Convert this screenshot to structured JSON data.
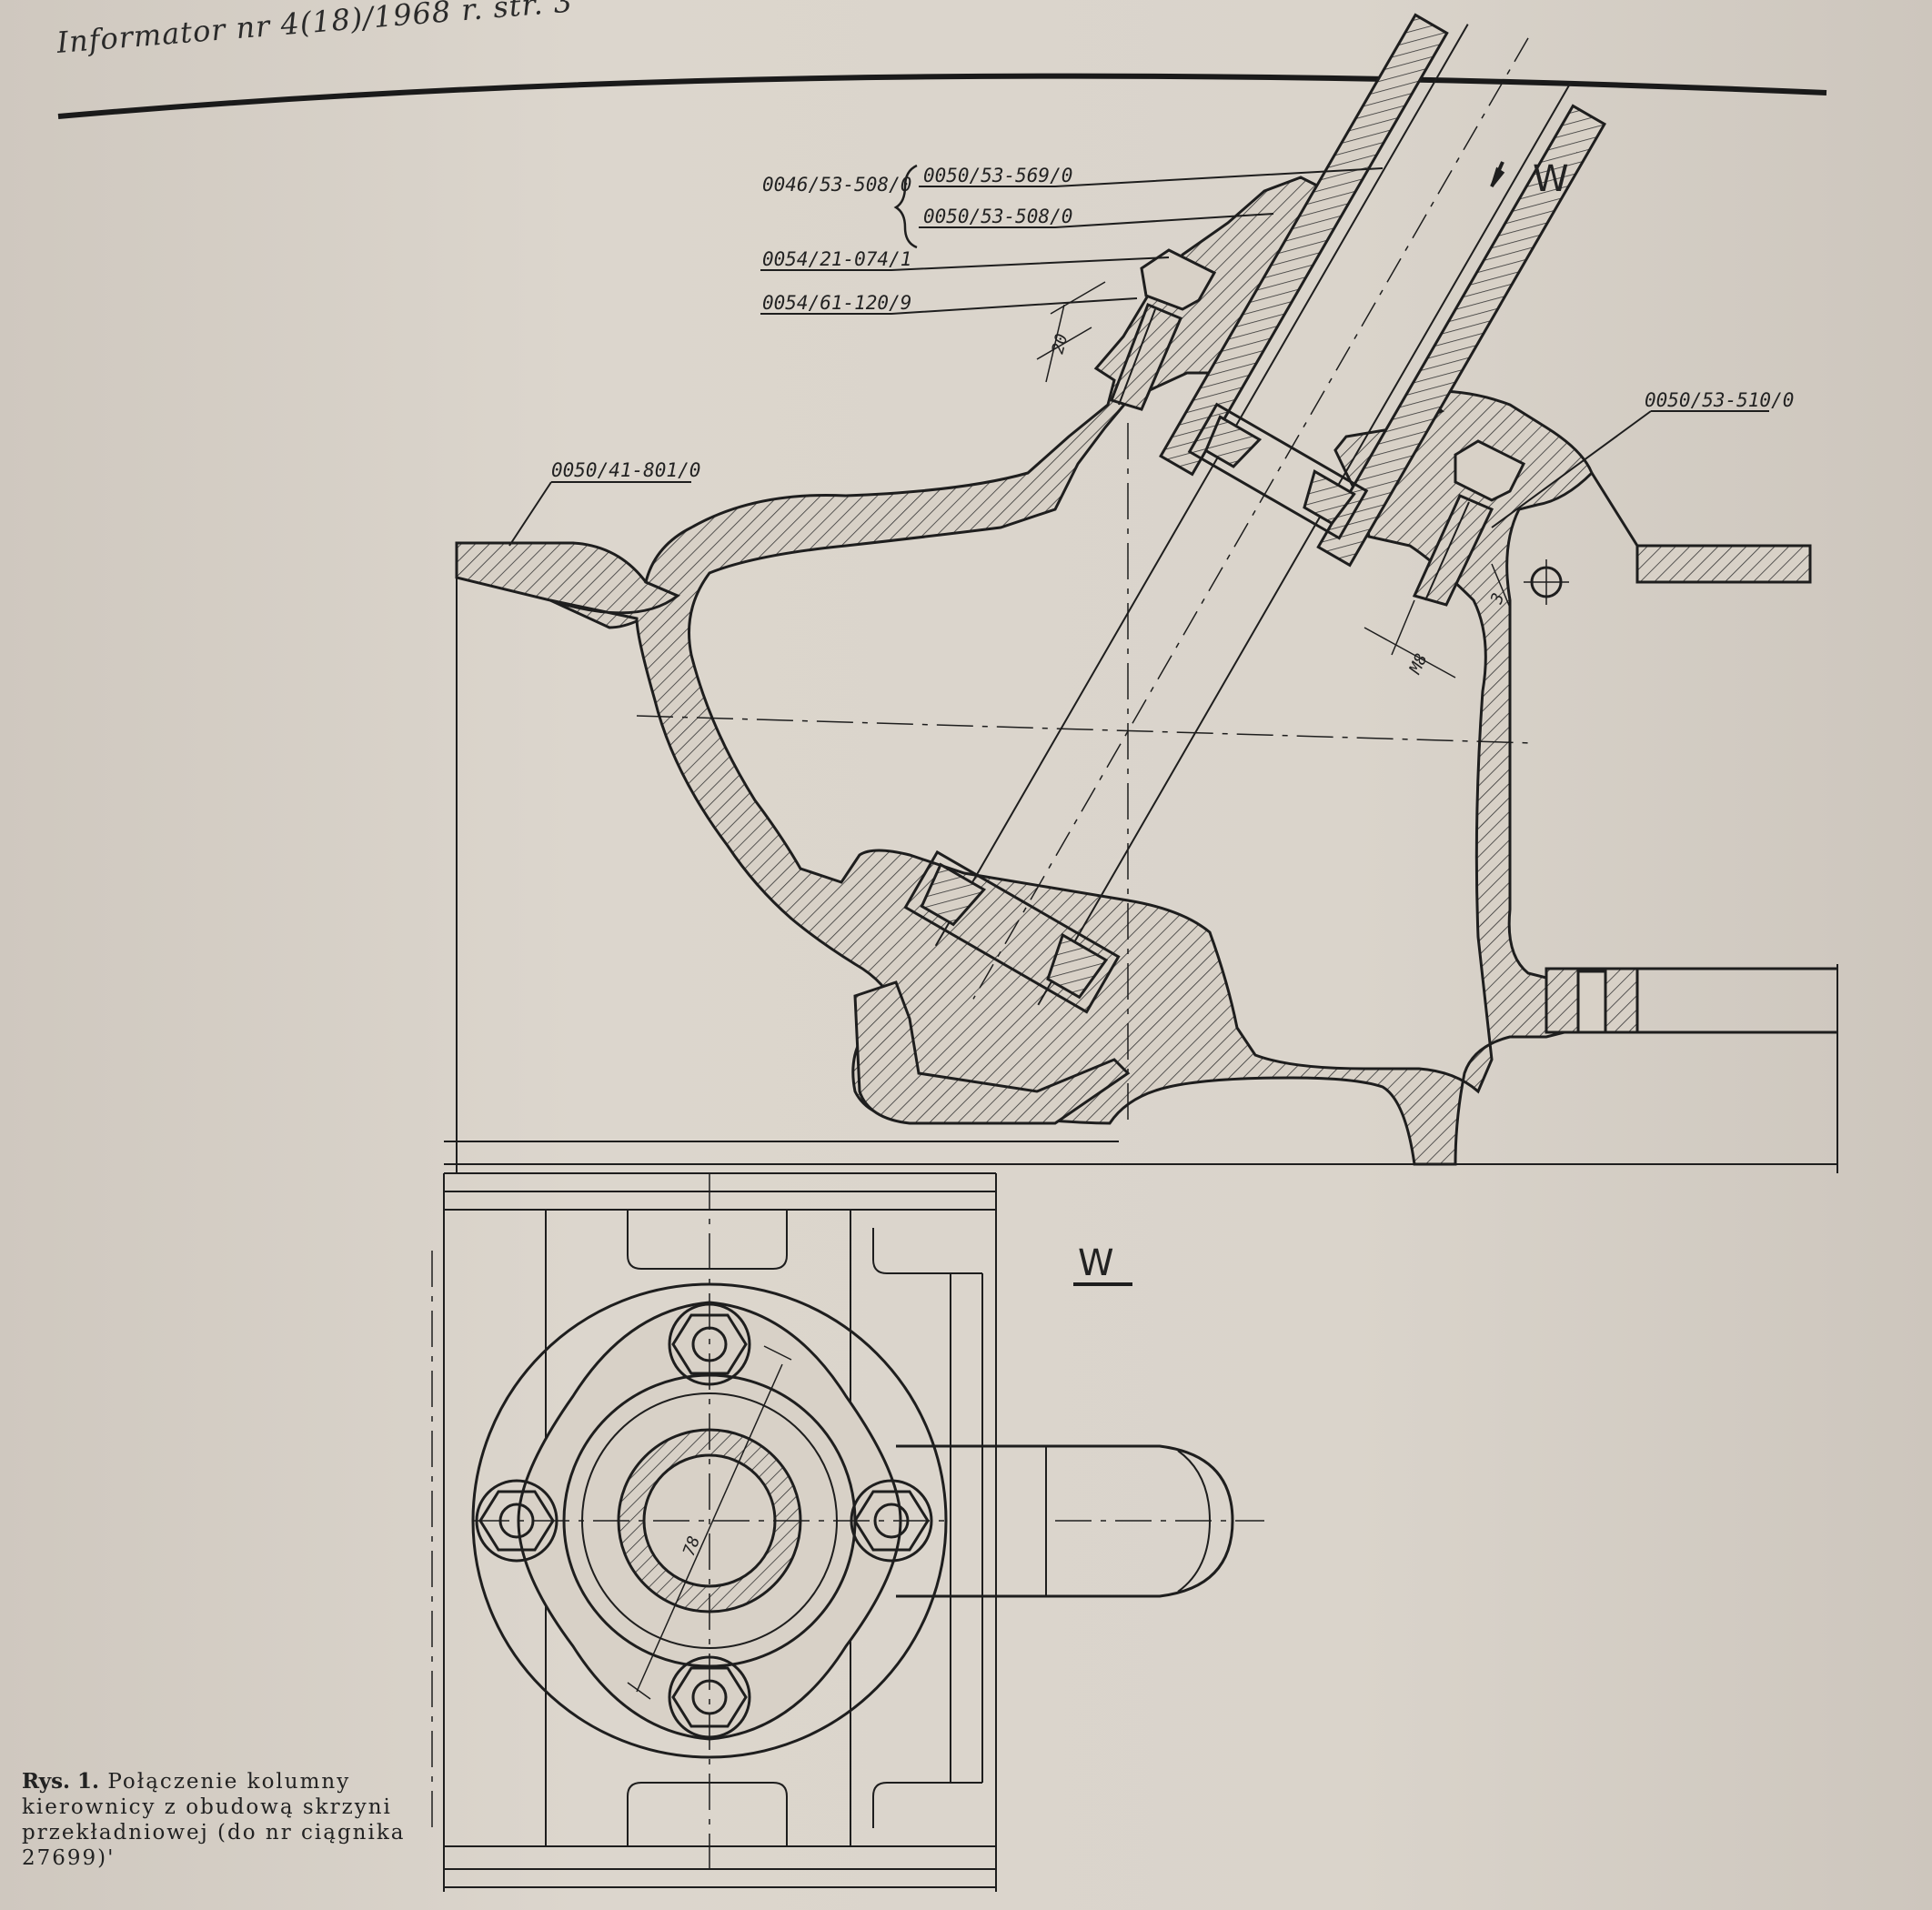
{
  "header": {
    "title": "Informator nr 4(18)/1968 r. str. 3"
  },
  "parts": {
    "p1": "0046/53-508/0",
    "p2": "0050/53-569/0",
    "p3": "0050/53-508/0",
    "p4": "0054/21-074/1",
    "p5": "0054/61-120/9",
    "p6": "0050/53-510/0",
    "p7": "0050/41-801/0"
  },
  "dimensions": {
    "d20": "20",
    "d3": "3",
    "dM8": "M8",
    "d78": "78"
  },
  "views": {
    "arrow_label": "W",
    "view_label": "W"
  },
  "caption": {
    "prefix": "Rys. 1.",
    "text": "Połączenie kolumny kierownicy z obudową skrzyni przekładniowej (do nr ciągnika 27699)'"
  }
}
